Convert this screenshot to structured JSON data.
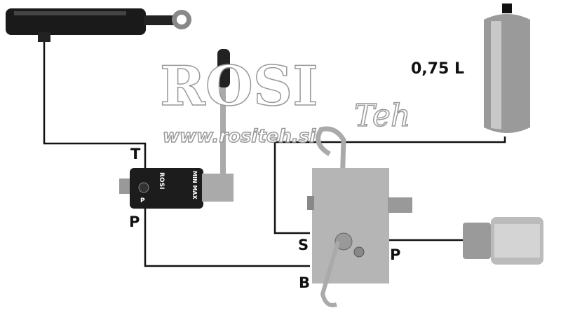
{
  "labels": {
    "tank_port": "T",
    "valve_pressure_port": "P",
    "block_s_port": "S",
    "block_p_port": "P",
    "block_b_port": "B"
  },
  "accumulator_volume": "0,75 L",
  "watermark": {
    "brand": "ROSI",
    "brand_suffix": "Teh",
    "url": "www.rositeh.si"
  },
  "valve_markings": {
    "brand": "ROSI",
    "min": "MIN",
    "max": "MAX",
    "port": "P"
  },
  "colors": {
    "line": "#111111",
    "component_dark": "#1a1a1a",
    "metal": "#b8b8b8"
  }
}
